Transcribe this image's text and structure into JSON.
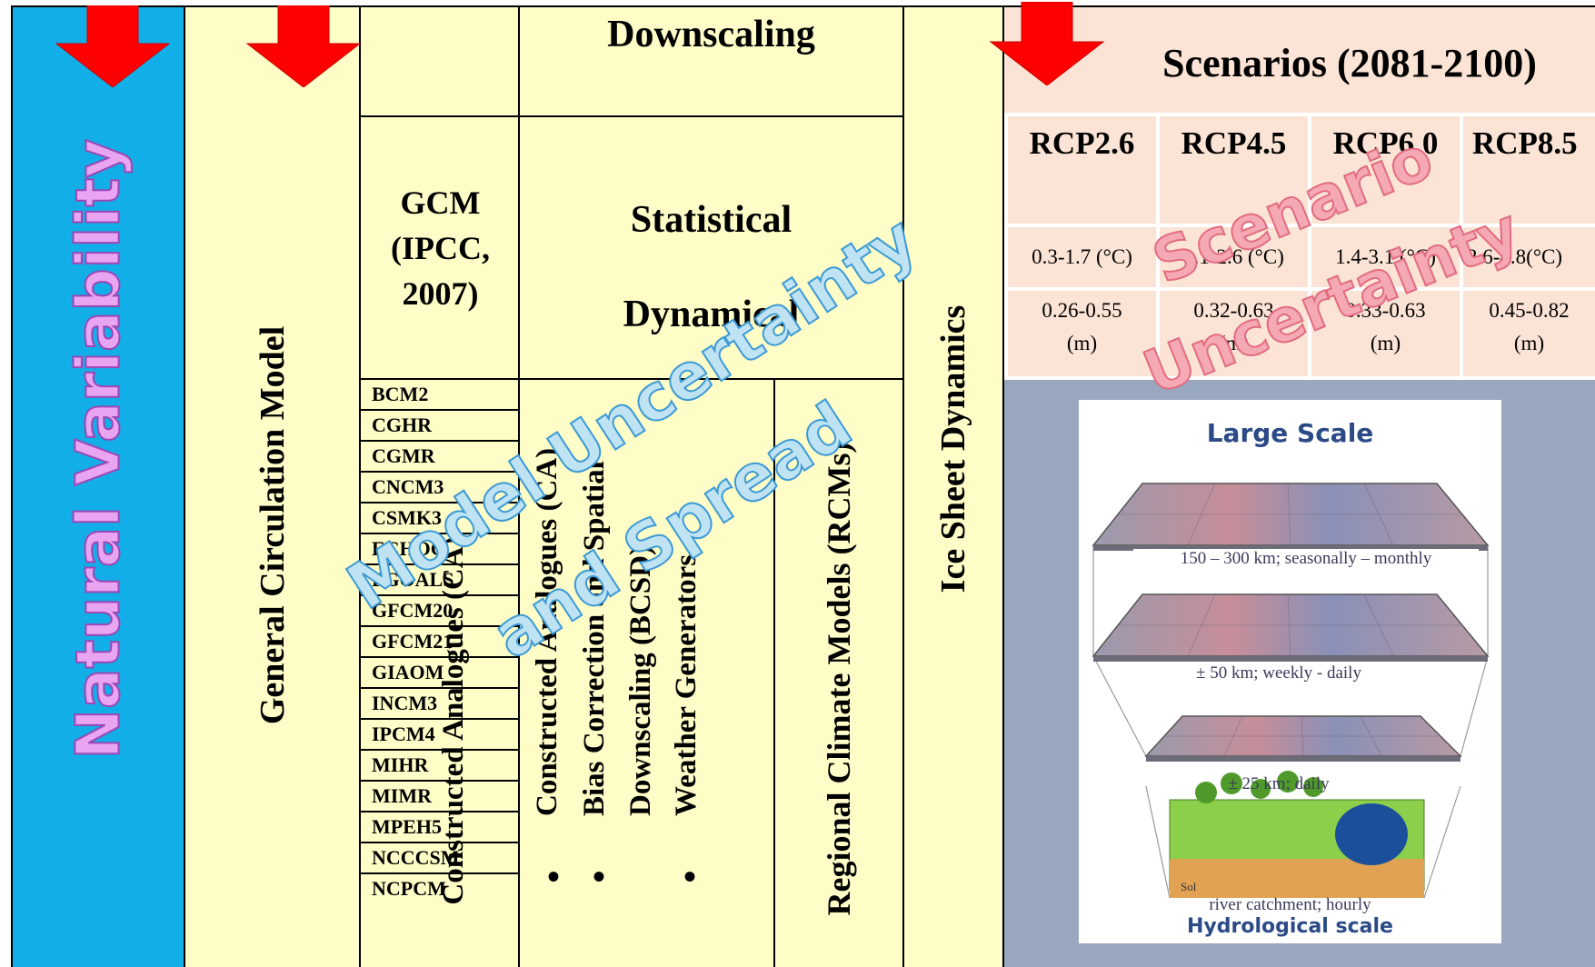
{
  "natural_variability": {
    "label": "Natural Variability",
    "bg_color": "#12aee8"
  },
  "gcm_column": {
    "label": "General  Circulation Model"
  },
  "downscaling": {
    "title": "Downscaling",
    "gcm_source": [
      "GCM",
      "(IPCC,",
      "2007)"
    ],
    "statistical": "Statistical",
    "dynamical": "Dynamical",
    "models": [
      "BCM2",
      "CGHR",
      "CGMR",
      "CNCM3",
      "CSMK3",
      "ECHOG",
      "FGOALS",
      "GFCM20",
      "GFCM21",
      "GIAOM",
      "INCM3",
      "IPCM4",
      "MIHR",
      "MIMR",
      "MPEH5",
      "NCCCSM",
      "NCPCM"
    ],
    "statistical_methods": [
      "Constructed Analogues (CA)",
      "Bias Correction and Spatial",
      "Downscaling (BCSD)",
      "Weather Generators"
    ],
    "bullet": "•",
    "dynamical_method": "Regional Climate Models (RCMs)"
  },
  "ice_sheet": {
    "label": "Ice Sheet Dynamics"
  },
  "scenarios": {
    "title": "Scenarios (2081-2100)",
    "columns": [
      {
        "name": "RCP2.6",
        "temp": "0.3-1.7 (°C)",
        "sea_level": "0.26-0.55",
        "unit": "(m)"
      },
      {
        "name": "RCP4.5",
        "temp": "1.1-2.6 (°C)",
        "sea_level": "0.32-0.63",
        "unit": "(m)"
      },
      {
        "name": "RCP6.0",
        "temp": "1.4-3.1 (°C)",
        "sea_level": "0.33-0.63",
        "unit": "(m)"
      },
      {
        "name": "RCP8.5",
        "temp": "2.6-4.8(°C)",
        "sea_level": "0.45-0.82",
        "unit": "(m)"
      }
    ]
  },
  "scale_figure": {
    "title": "Large Scale",
    "levels": [
      "150 – 300 km; seasonally – monthly",
      "± 50 km; weekly - daily",
      "± 25 km; daily"
    ],
    "catchment_label": "river catchment; hourly",
    "soil_label": "Sol",
    "bottom_title": "Hydrological scale"
  },
  "watermarks": {
    "model_uncertainty": "Model Uncertainty",
    "and_spread": "and Spread",
    "scenario": "Scenario",
    "uncertainty": "Uncertainty"
  },
  "colors": {
    "arrow_red": "#ff0000",
    "cream": "#fefdc7",
    "scenario_bg": "#fbe4d5",
    "figure_panel_bg": "#99a8bf"
  }
}
